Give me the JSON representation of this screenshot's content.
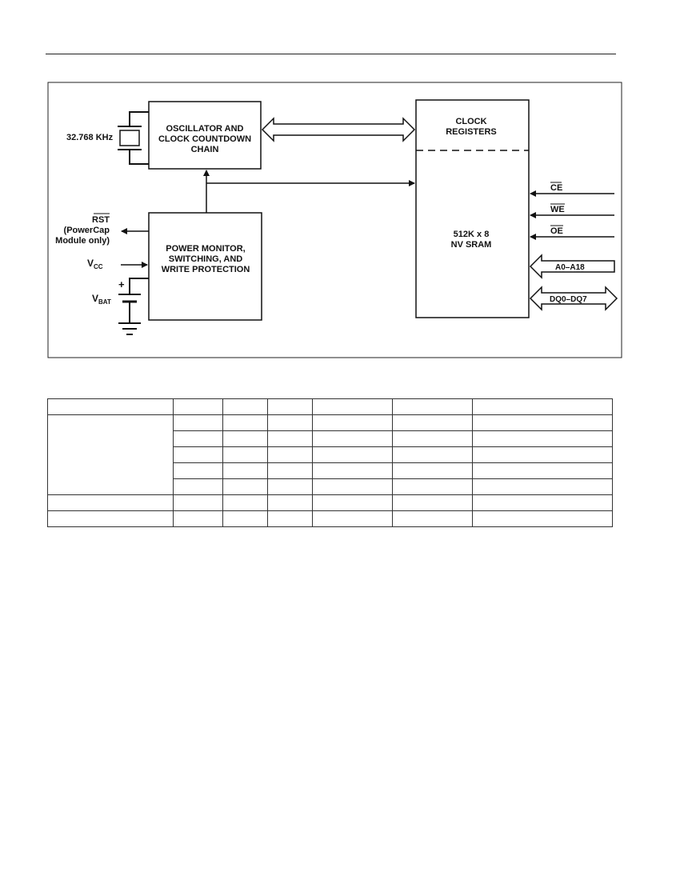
{
  "diagram": {
    "crystal_label": "32.768 KHz",
    "oscillator_block": [
      "OSCILLATOR AND",
      "CLOCK COUNTDOWN",
      "CHAIN"
    ],
    "power_block": [
      "POWER MONITOR,",
      "SWITCHING, AND",
      "WRITE PROTECTION"
    ],
    "clock_registers": [
      "CLOCK",
      "REGISTERS"
    ],
    "sram_block": [
      "512K x 8",
      "NV SRAM"
    ],
    "rst_label": "RST",
    "rst_note": [
      "(PowerCap",
      "Module only)"
    ],
    "vcc_label": "V",
    "vcc_sub": "CC",
    "vbat_label": "V",
    "vbat_sub": "BAT",
    "plus_sign": "+",
    "ce_label": "CE",
    "we_label": "WE",
    "oe_label": "OE",
    "address_label": "A0–A18",
    "data_label": "DQ0–DQ7"
  },
  "table": {
    "rows": [
      [
        "",
        "",
        "",
        "",
        "",
        "",
        ""
      ],
      [
        "",
        "",
        "",
        "",
        "",
        "",
        ""
      ],
      [
        "",
        "",
        "",
        "",
        "",
        ""
      ],
      [
        "",
        "",
        "",
        "",
        "",
        ""
      ],
      [
        "",
        "",
        "",
        "",
        "",
        ""
      ],
      [
        "",
        "",
        "",
        "",
        "",
        ""
      ],
      [
        "",
        "",
        "",
        "",
        "",
        "",
        ""
      ],
      [
        "",
        "",
        "",
        "",
        "",
        "",
        ""
      ]
    ]
  }
}
